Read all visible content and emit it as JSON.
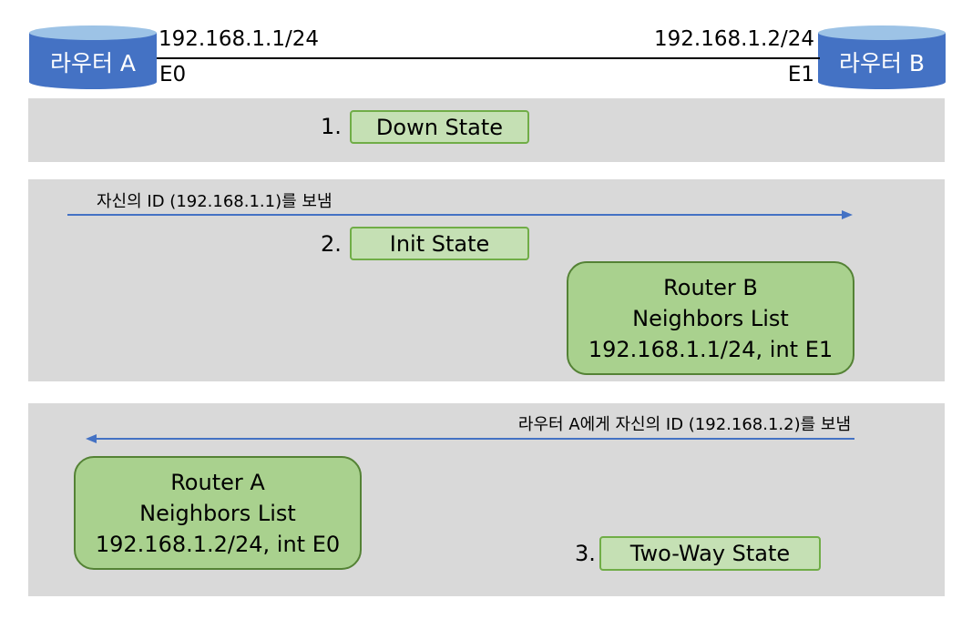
{
  "router_a": {
    "label": "라우터 A",
    "ip": "192.168.1.1/24",
    "interface": "E0"
  },
  "router_b": {
    "label": "라우터 B",
    "ip": "192.168.1.2/24",
    "interface": "E1"
  },
  "colors": {
    "router_fill": "#4472c4",
    "router_top": "#9dc3e6",
    "panel_bg": "#d9d9d9",
    "state_fill": "#c5e0b4",
    "state_border": "#70ad47",
    "list_fill": "#a9d18e",
    "list_border": "#548235",
    "arrow": "#4472c4"
  },
  "steps": [
    {
      "number": "1.",
      "state": "Down State"
    },
    {
      "number": "2.",
      "state": "Init State",
      "message": "자신의 ID (192.168.1.1)를 보냄",
      "direction": "A to B",
      "neighbors": {
        "router": "Router B",
        "title": "Neighbors List",
        "entry": "192.168.1.1/24, int E1"
      }
    },
    {
      "number": "3.",
      "state": "Two-Way State",
      "message": "라우터 A에게 자신의 ID (192.168.1.2)를 보냄",
      "direction": "B to A",
      "neighbors": {
        "router": "Router A",
        "title": "Neighbors List",
        "entry": "192.168.1.2/24, int E0"
      }
    }
  ]
}
